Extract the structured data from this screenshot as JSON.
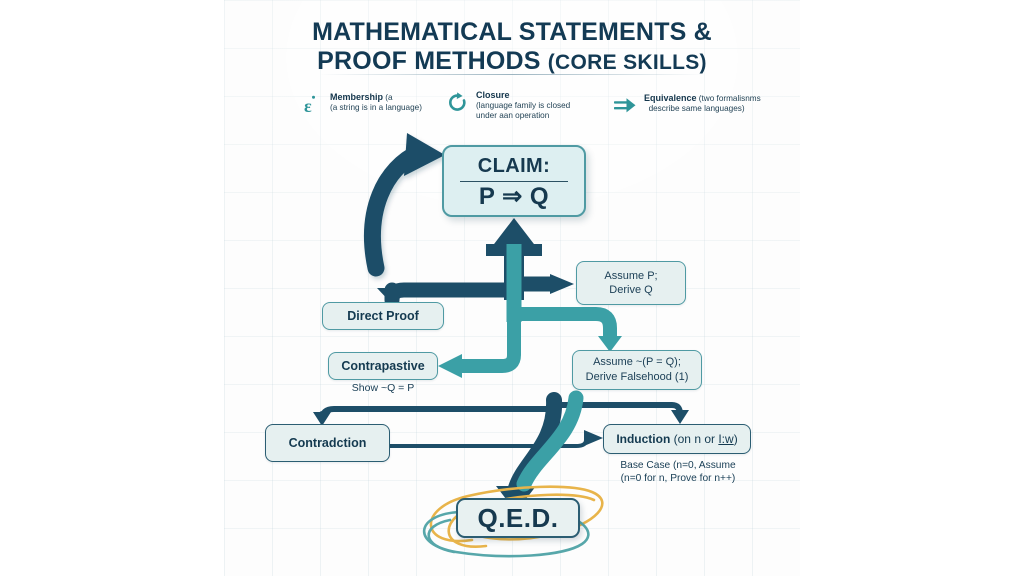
{
  "header": {
    "title_line1": "MATHEMATICAL STATEMENTS &",
    "title_line2_main": "PROOF METHODS ",
    "title_line2_sub": "(CORE SKILLS)"
  },
  "legend": {
    "items": [
      {
        "icon": "epsilon-membership-icon",
        "term": "Membership",
        "term_tail": " (a",
        "desc": "(a string is in a language)"
      },
      {
        "icon": "circular-arrow-closure-icon",
        "term": "Closure",
        "term_tail": "",
        "desc_line1": "(language family is closed",
        "desc_line2": "under aan operation"
      },
      {
        "icon": "double-arrow-equivalence-icon",
        "term": "Equivalence",
        "term_tail": " (two formalisnms",
        "desc": "describe same languages)"
      }
    ]
  },
  "diagram": {
    "claim": {
      "title": "CLAIM:",
      "formula": "P ⇒ Q"
    },
    "assume_p": "Assume P;\nDerive Q",
    "assume_p_line1": "Assume P;",
    "assume_p_line2": "Derive Q",
    "direct_proof": "Direct Proof",
    "contrapositive": "Contrapastive",
    "contrapositive_sub": "Show ~Q = P",
    "assume_negation_line1": "Assume ~(P = Q);",
    "assume_negation_line2": "Derive Falsehood (1)",
    "contradiction": "Contradction",
    "induction_main": "Induction ",
    "induction_paren_open": "(on n or ",
    "induction_paren_sym": "Ι:w",
    "induction_paren_close": ")",
    "induction_sub_line1": "Base Case (n=0, Assume",
    "induction_sub_line2": "(n=0 for n, Prove for n++)",
    "qed": "Q.E.D."
  },
  "colors": {
    "navy": "#1d4e68",
    "navy_dark": "#16394f",
    "teal": "#3ba0a6",
    "teal_border": "#4f9aa3",
    "box_fill": "#e6f0f0",
    "claim_fill": "#ddeff1",
    "gold": "#e3b košt"
  },
  "palette": {
    "navy_arrow": "#1d4e68",
    "teal_arrow": "#3ba0a6",
    "gold_squiggle": "#e8b44a",
    "teal_squiggle": "#57a7aa",
    "title_color": "#133a54",
    "canvas_bg": "#fdfdfd"
  }
}
